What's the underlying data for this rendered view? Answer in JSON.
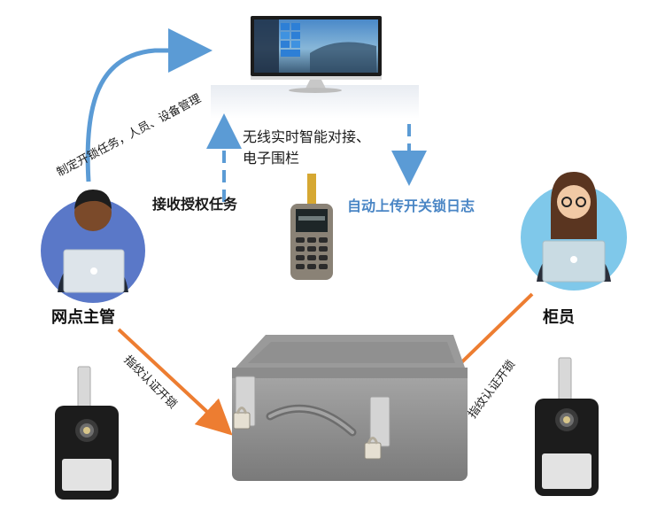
{
  "labels": {
    "manage_tasks": "制定开锁任务，人员、设备管理",
    "wireless": "无线实时智能对接、电子围栏",
    "receive_auth": "接收授权任务",
    "auto_upload": "自动上传开关锁日志",
    "supervisor": "网点主管",
    "teller": "柜员",
    "fingerprint_left": "指纹认证开锁",
    "fingerprint_right": "指纹认证开锁"
  },
  "colors": {
    "blue_arrow": "#5b9bd5",
    "orange_arrow": "#ed7d31",
    "blue_text": "#4a86c5",
    "avatar_bg": "#5a78c8",
    "avatar_bg_right": "#7fc8ea",
    "case_gray": "#8e8e8e"
  },
  "icons": [
    "monitor-icon",
    "handheld-terminal-icon",
    "toolbox-icon",
    "fingerprint-lock-icon",
    "person-avatar-icon"
  ]
}
